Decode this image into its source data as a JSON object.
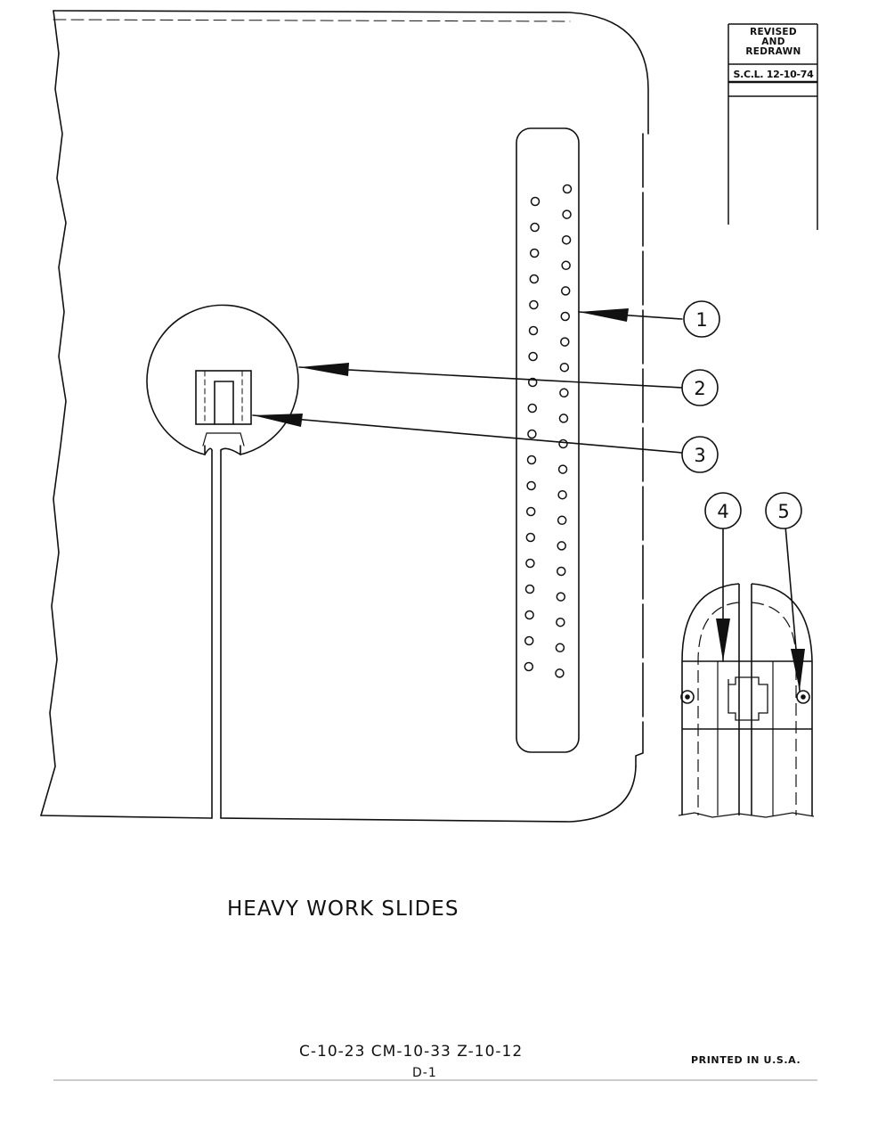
{
  "revision_box": {
    "line1": "REVISED",
    "line2": "AND",
    "line3": "REDRAWN",
    "signature": "S.C.L. 12-10-74"
  },
  "callouts": [
    "1",
    "2",
    "3",
    "4",
    "5"
  ],
  "title": "HEAVY WORK SLIDES",
  "part_numbers": "C-10-23 CM-10-33 Z-10-12",
  "page_number": "D-1",
  "printed_note": "PRINTED IN U.S.A."
}
